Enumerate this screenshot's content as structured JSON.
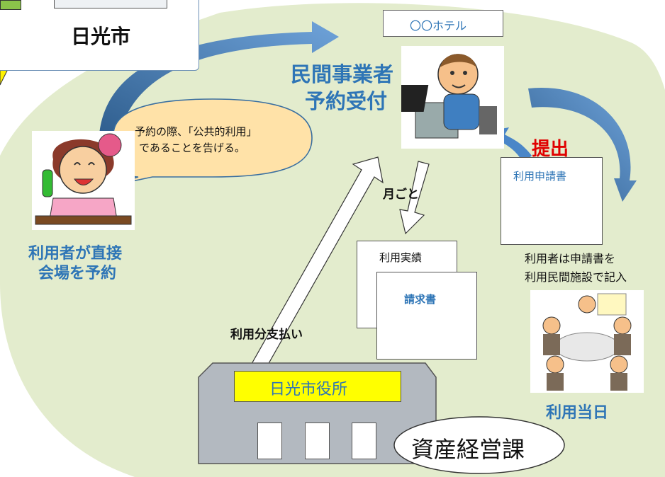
{
  "city": {
    "label": "日光市"
  },
  "hotel": {
    "label": "〇〇ホテル"
  },
  "operator": {
    "line1": "民間事業者",
    "line2": "予約受付"
  },
  "speech_bubble": {
    "line1": "予約の際、「公共的利用」",
    "line2": "であることを告げる。"
  },
  "user": {
    "line1": "利用者が直接",
    "line2": "会場を予約"
  },
  "submit": {
    "label": "提出"
  },
  "application_form": {
    "label": "利用申請書"
  },
  "user_note": {
    "line1": "利用者は申請書を",
    "line2": "利用民間施設で記入"
  },
  "monthly": {
    "label": "月ごと"
  },
  "results_doc": {
    "label": "利用実績"
  },
  "invoice_doc": {
    "label": "請求書"
  },
  "payment": {
    "label": "利用分支払い"
  },
  "city_hall": {
    "label": "日光市役所"
  },
  "department": {
    "label": "資産経営課"
  },
  "usage_day": {
    "label": "利用当日"
  },
  "colors": {
    "blue_text": "#2E75B6",
    "red_text": "#E00000",
    "arrow_blue": "#4A86C8",
    "background_green": "#E3ECCD",
    "sign_yellow": "#FFFF00"
  }
}
